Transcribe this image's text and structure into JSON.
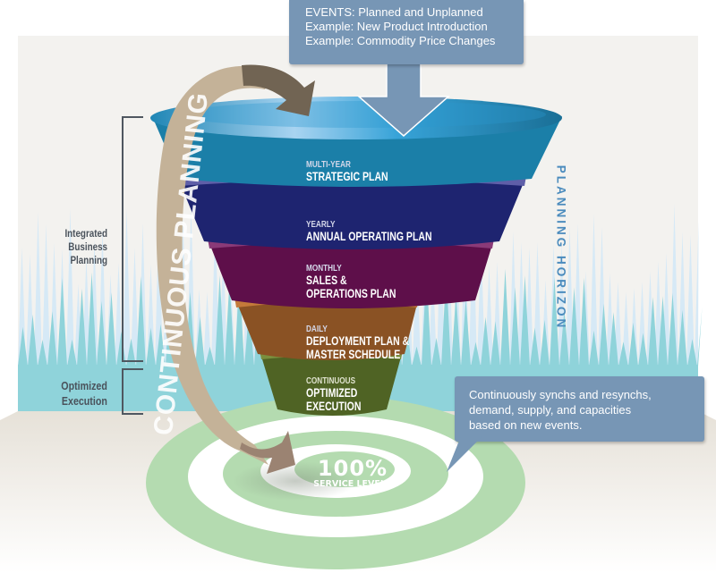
{
  "events_callout": {
    "lines": [
      "EVENTS: Planned and Unplanned",
      "Example: New Product Introduction",
      "Example: Commodity Price Changes"
    ]
  },
  "funnel": {
    "tiers": [
      {
        "frequency": "MULTI-YEAR",
        "plan_lines": [
          "STRATEGIC PLAN"
        ],
        "color": "#1b7fa8"
      },
      {
        "frequency": "YEARLY",
        "plan_lines": [
          "ANNUAL OPERATING PLAN"
        ],
        "color": "#1e2470"
      },
      {
        "frequency": "MONTHLY",
        "plan_lines": [
          "SALES &",
          "OPERATIONS PLAN"
        ],
        "color": "#5e0f4a"
      },
      {
        "frequency": "DAILY",
        "plan_lines": [
          "DEPLOYMENT PLAN &",
          "MASTER SCHEDULE"
        ],
        "color": "#8a5224"
      },
      {
        "frequency": "CONTINUOUS",
        "plan_lines": [
          "OPTIMIZED",
          "EXECUTION"
        ],
        "color": "#4f6324"
      }
    ]
  },
  "cycle_arrow": {
    "label": "CONTINUOUS PLANNING",
    "color": "#c4b298"
  },
  "side_labels": {
    "integrated": [
      "Integrated",
      "Business",
      "Planning"
    ],
    "optimized": [
      "Optimized",
      "Execution"
    ]
  },
  "horizon_label": "PLANNING HORIZON",
  "sync_callout": {
    "lines": [
      "Continuously synchs and resynchs,",
      "demand, supply, and capacities",
      "based on new events."
    ]
  },
  "target": {
    "value": "100%",
    "label": "SERVICE LEVELS"
  },
  "colors": {
    "callout": "#7796b5",
    "background": "#f3f2ef",
    "spikes_light": "#d6e9f6",
    "spikes_teal": "#8fd3da",
    "target_ring": "#b4dbb0"
  }
}
